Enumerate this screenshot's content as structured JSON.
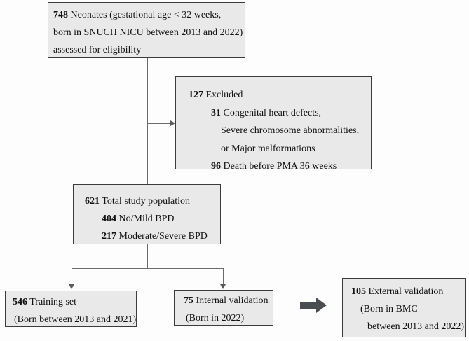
{
  "colors": {
    "box_fill": "#e9e9e9",
    "box_border": "#3c3c3c",
    "connector_line": "#6b6b6b",
    "block_arrow": "#4a4d52",
    "text": "#111111",
    "background": "#fdfdfd"
  },
  "boxes": {
    "eligibility": {
      "lines": [
        {
          "num": "748",
          "text": " Neonates (gestational age < 32 weeks,"
        },
        {
          "num": "",
          "text": "born in SNUCH NICU between 2013 and 2022)"
        },
        {
          "num": "",
          "text": "assessed for eligibility"
        }
      ]
    },
    "excluded": {
      "lines": [
        {
          "num": "127",
          "text": " Excluded"
        },
        {
          "num": "31",
          "text": " Congenital heart defects,"
        },
        {
          "num": "",
          "text": "Severe chromosome abnormalities,"
        },
        {
          "num": "",
          "text": "or Major malformations"
        },
        {
          "num": "96",
          "text": " Death before PMA 36 weeks"
        }
      ]
    },
    "population": {
      "lines": [
        {
          "num": "621",
          "text": " Total study population"
        },
        {
          "num": "404",
          "text": " No/Mild BPD"
        },
        {
          "num": "217",
          "text": " Moderate/Severe BPD"
        }
      ]
    },
    "training": {
      "lines": [
        {
          "num": "546",
          "text": " Training set"
        },
        {
          "num": "",
          "text": "(Born between 2013 and 2021)"
        }
      ]
    },
    "internal_validation": {
      "lines": [
        {
          "num": "75",
          "text": " Internal validation"
        },
        {
          "num": "",
          "text": "(Born in 2022)"
        }
      ]
    },
    "external_validation": {
      "lines": [
        {
          "num": "105",
          "text": " External validation"
        },
        {
          "num": "",
          "text": "(Born in BMC"
        },
        {
          "num": "",
          "text": "between 2013 and 2022)"
        }
      ]
    }
  }
}
